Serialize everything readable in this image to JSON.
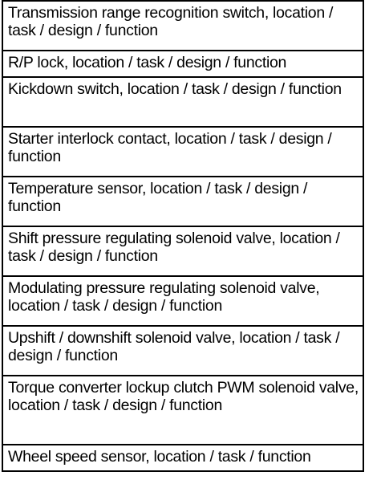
{
  "rows": [
    {
      "label": "Transmission range recognition switch, location / task / design / function"
    },
    {
      "label": "R/P lock, location / task / design / function"
    },
    {
      "label": "Kickdown switch, location / task / design / function"
    },
    {
      "label": "Starter interlock contact, location / task / design / function"
    },
    {
      "label": "Temperature sensor, location / task / design / function"
    },
    {
      "label": "Shift pressure regulating solenoid valve, location / task / design / function"
    },
    {
      "label": "Modulating pressure regulating solenoid valve, location / task / design / function"
    },
    {
      "label": "Upshift / downshift solenoid valve, location / task / design / function"
    },
    {
      "label": "Torque converter lockup clutch PWM solenoid valve, location / task / design / function"
    },
    {
      "label": "Wheel speed sensor, location / task / function"
    }
  ]
}
